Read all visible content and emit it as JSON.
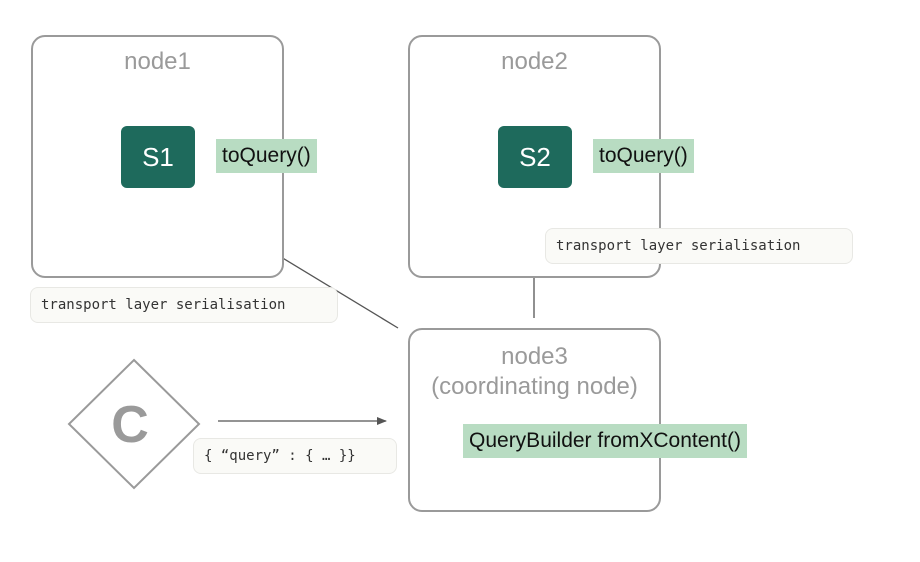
{
  "nodes": {
    "node1": {
      "title": "node1",
      "shard": "S1",
      "method": "toQuery()"
    },
    "node2": {
      "title": "node2",
      "shard": "S2",
      "method": "toQuery()"
    },
    "node3": {
      "title_line1": "node3",
      "title_line2": "(coordinating node)",
      "method": "QueryBuilder fromXContent()"
    }
  },
  "client": {
    "label": "C"
  },
  "labels": {
    "transport_node1": "transport layer serialisation",
    "transport_node2": "transport layer serialisation",
    "request_body": "{ “query” : { … }}"
  },
  "colors": {
    "shard_fill": "#1e6a5c",
    "method_highlight": "#b8dcc2",
    "box_border": "#9a9a9a",
    "arrow": "#555555"
  }
}
